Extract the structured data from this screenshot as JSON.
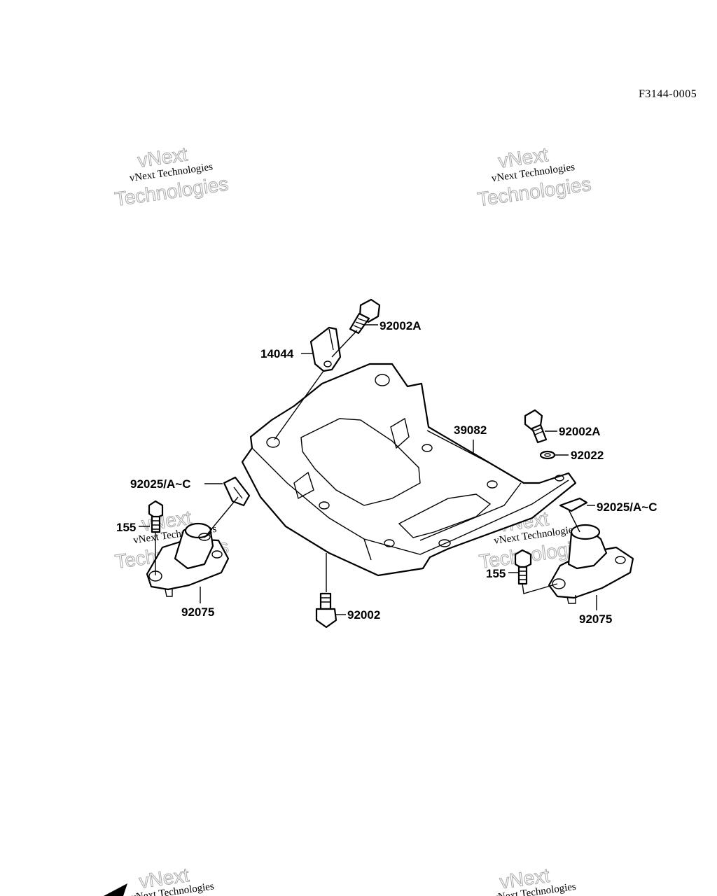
{
  "reference_code": "F3144-0005",
  "watermark": {
    "line1": "vNext",
    "line2": "Technologies",
    "small": "vNext Technologies"
  },
  "labels": {
    "bolt_top": "92002A",
    "bracket": "14044",
    "plate": "39082",
    "bolt_right": "92002A",
    "washer_right": "92022",
    "clip_left": "92025/A~C",
    "clip_right": "92025/A~C",
    "screw_left": "155",
    "screw_right": "155",
    "mount_left": "92075",
    "mount_right": "92075",
    "bolt_bottom": "92002"
  }
}
